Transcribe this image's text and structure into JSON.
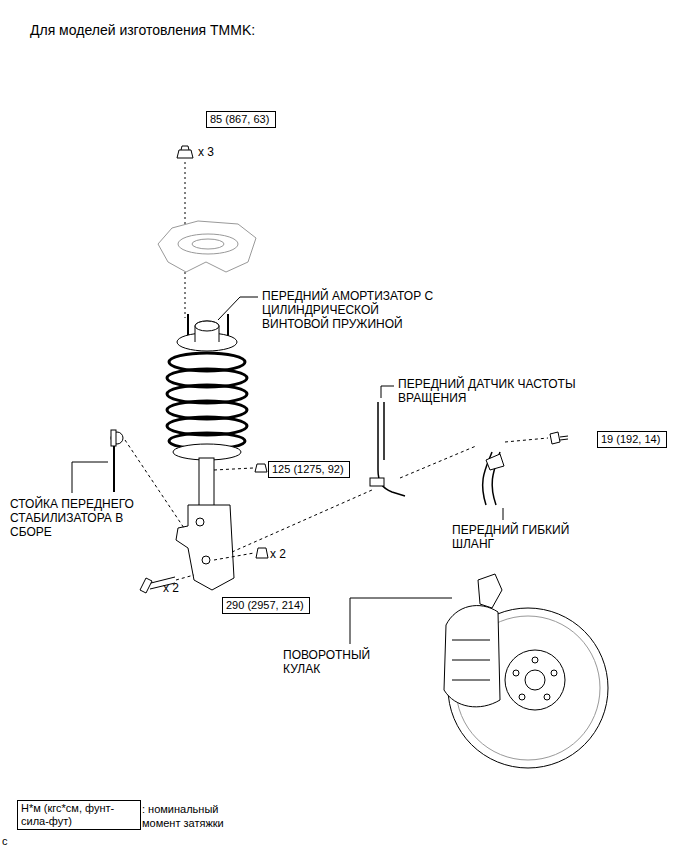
{
  "diagram": {
    "title": "Для моделей изготовления TMMK:",
    "nodes": [
      {
        "text": [
          "85 (867, 63)"
        ]
      },
      {
        "text": [
          "125 (1275, 92)"
        ]
      },
      {
        "text": [
          "19 (192, 14)"
        ]
      },
      {
        "text": [
          "290 (2957, 214)"
        ]
      },
      {
        "text": [
          "Н*м (кгс*см, фунт-сила-фут)"
        ]
      }
    ],
    "labels": [
      "x 3",
      "ПЕРЕДНИЙ АМОРТИЗАТОР С ЦИЛИНДРИЧЕСКОЙ ВИНТОВОЙ ПРУЖИНОЙ",
      "ПЕРЕДНИЙ ДАТЧИК ЧАСТОТЫ ВРАЩЕНИЯ",
      "СТОЙКА ПЕРЕДНЕГО СТАБИЛИЗАТОРА В СБОРЕ",
      "x 2",
      "ПЕРЕДНИЙ ГИБКИЙ ШЛАНГ",
      "x 2",
      "ПОВОРОТНЫЙ КУЛАК",
      ": номинальный момент затяжки",
      "c"
    ]
  }
}
